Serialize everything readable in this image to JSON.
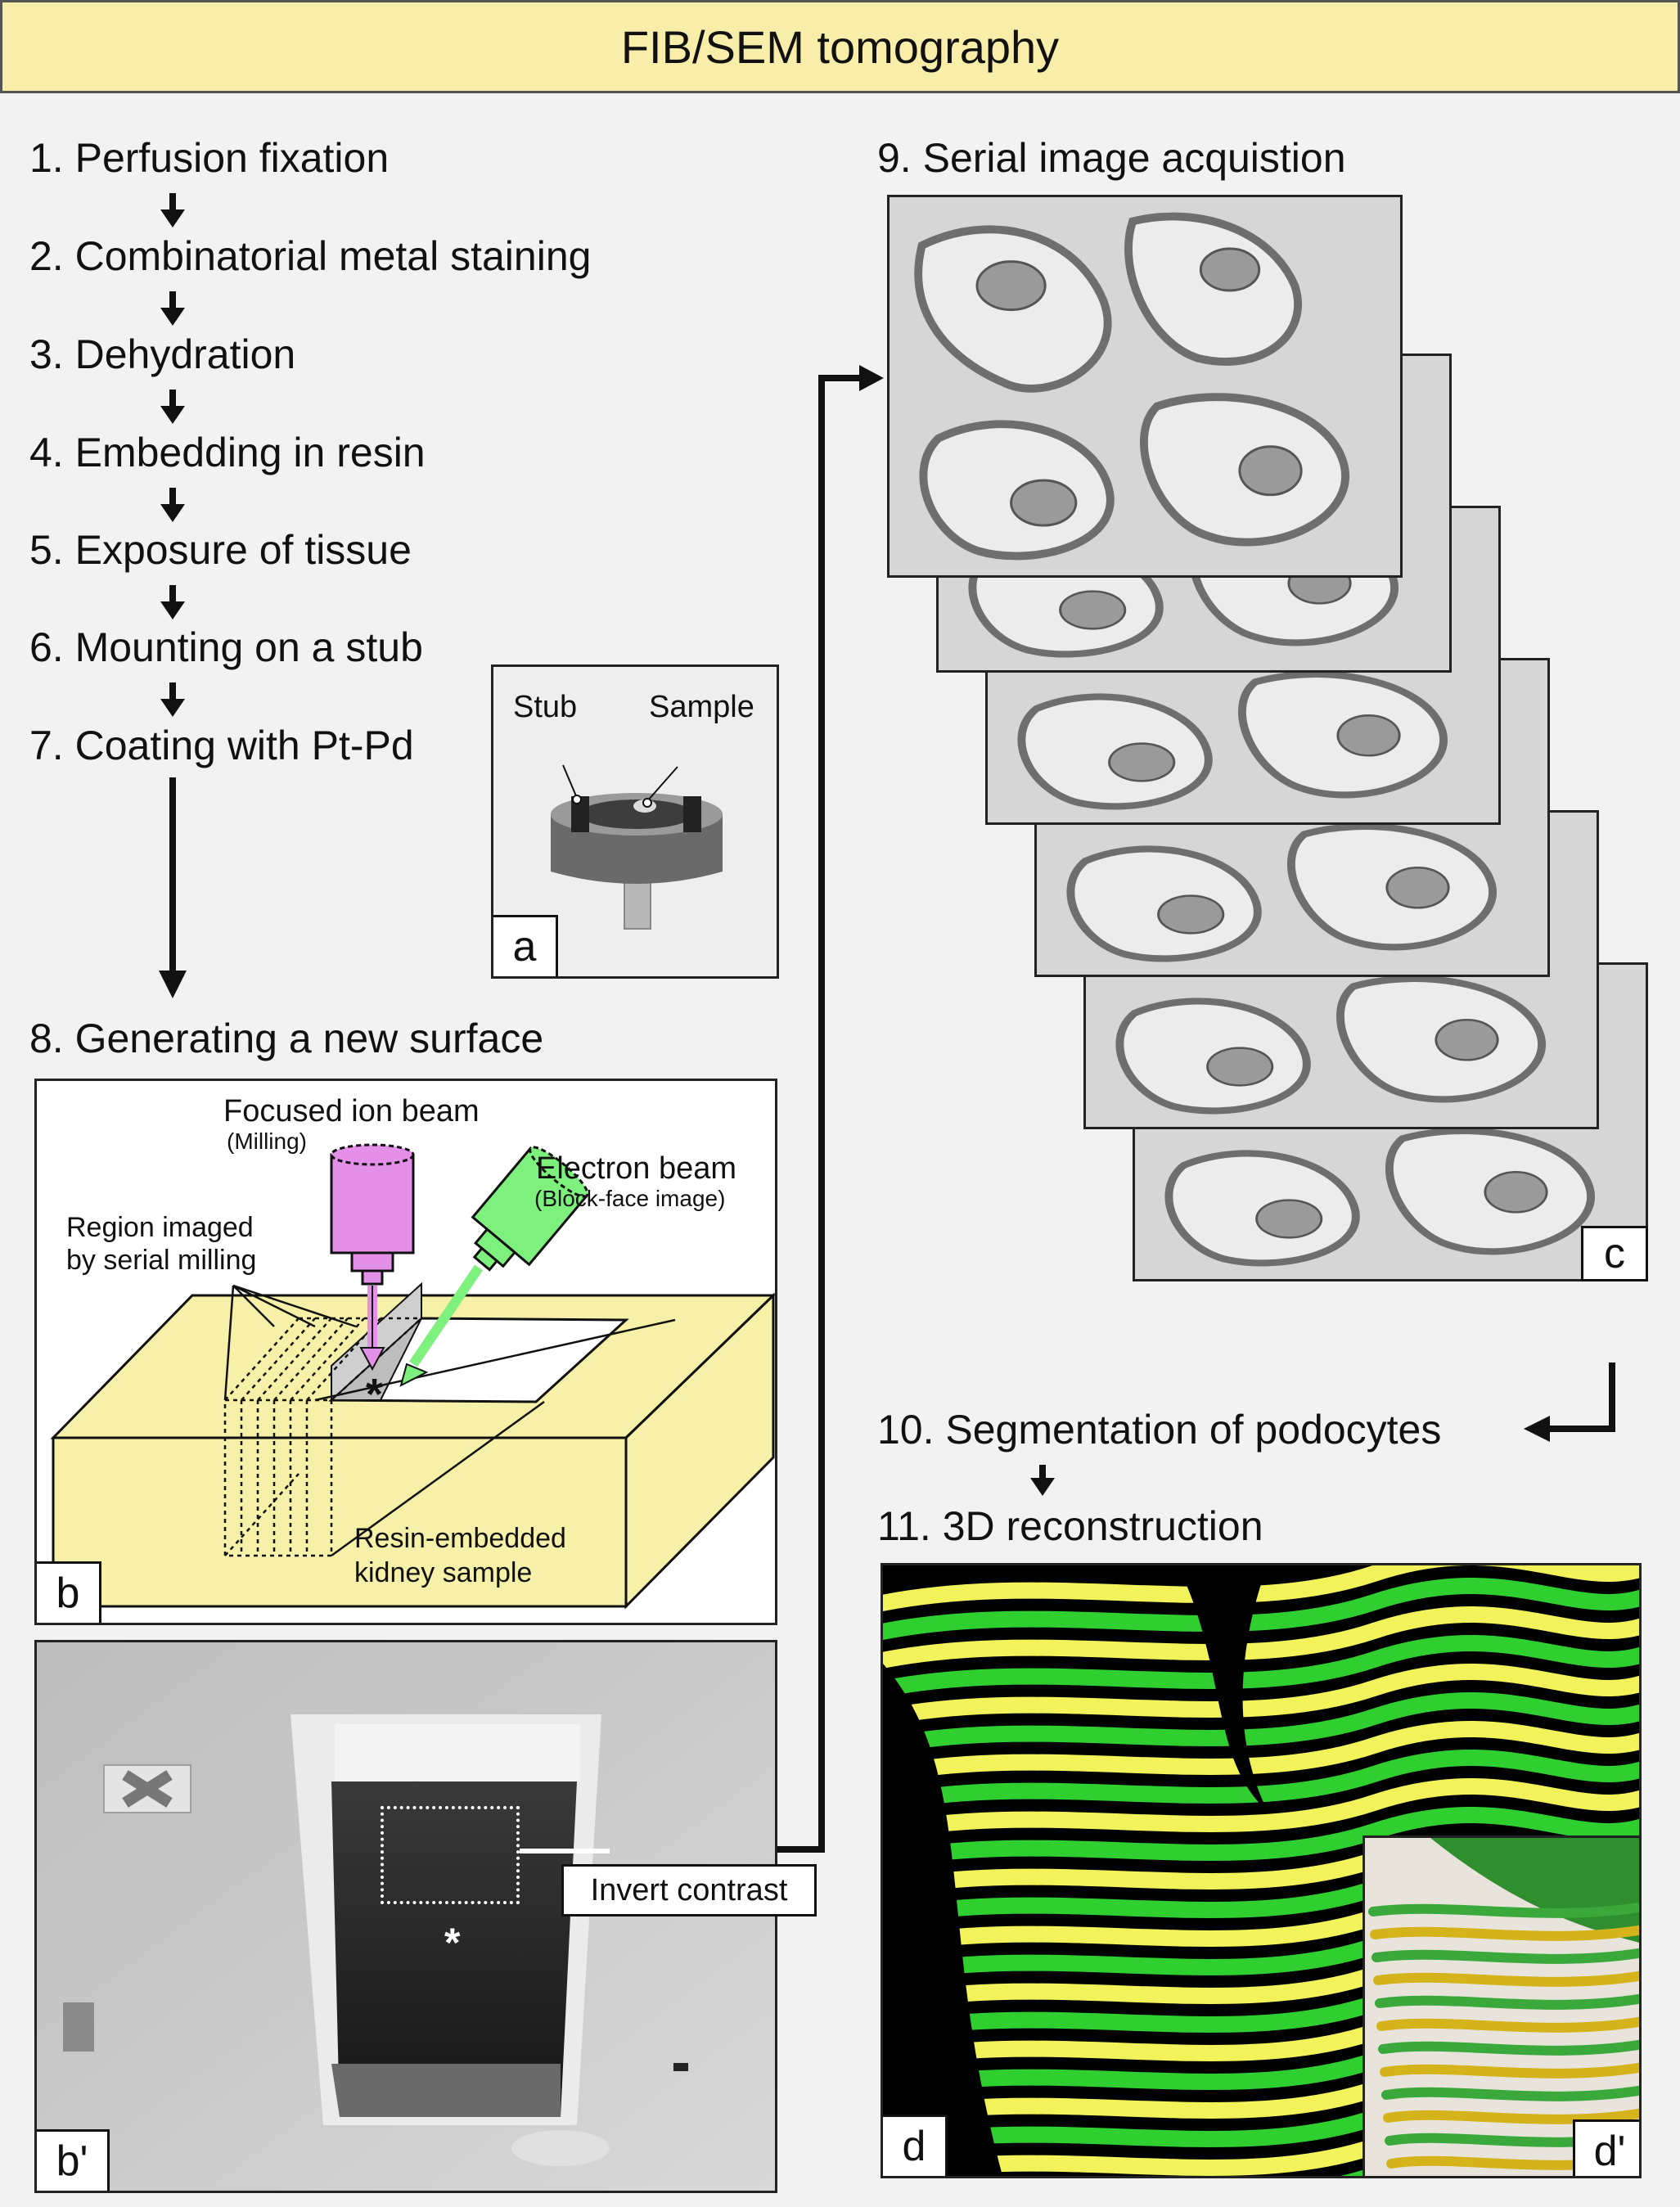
{
  "title": "FIB/SEM tomography",
  "steps": [
    "1. Perfusion fixation",
    "2. Combinatorial metal staining",
    "3. Dehydration",
    "4. Embedding in resin",
    "5. Exposure of tissue",
    "6. Mounting on a stub",
    "7. Coating with Pt-Pd",
    "8. Generating a new surface",
    "9. Serial image acquistion",
    "10. Segmentation of podocytes",
    "11. 3D reconstruction"
  ],
  "panel_a": {
    "label": "a",
    "stub_label": "Stub",
    "sample_label": "Sample"
  },
  "panel_b": {
    "label": "b",
    "fib_label": "Focused ion beam",
    "fib_sub": "(Milling)",
    "eb_label": "Electron beam",
    "eb_sub": "(Block-face image)",
    "region_line1": "Region imaged",
    "region_line2": "by serial milling",
    "asterisk": "*",
    "resin_line1": "Resin-embedded",
    "resin_line2": "kidney sample"
  },
  "panel_b_prime": {
    "label": "b'",
    "asterisk": "*",
    "callout": "Invert contrast"
  },
  "panel_c": {
    "label": "c"
  },
  "panel_d": {
    "label": "d"
  },
  "panel_d_prime": {
    "label": "d'"
  },
  "colors": {
    "title_bg": "#f8eeaa",
    "resin_yellow": "#f7f0a8",
    "fib_magenta": "#e48fe8",
    "eb_green": "#7ef07e",
    "podocyte_yellow": "#f2f25a",
    "podocyte_green": "#2fcf2f"
  }
}
